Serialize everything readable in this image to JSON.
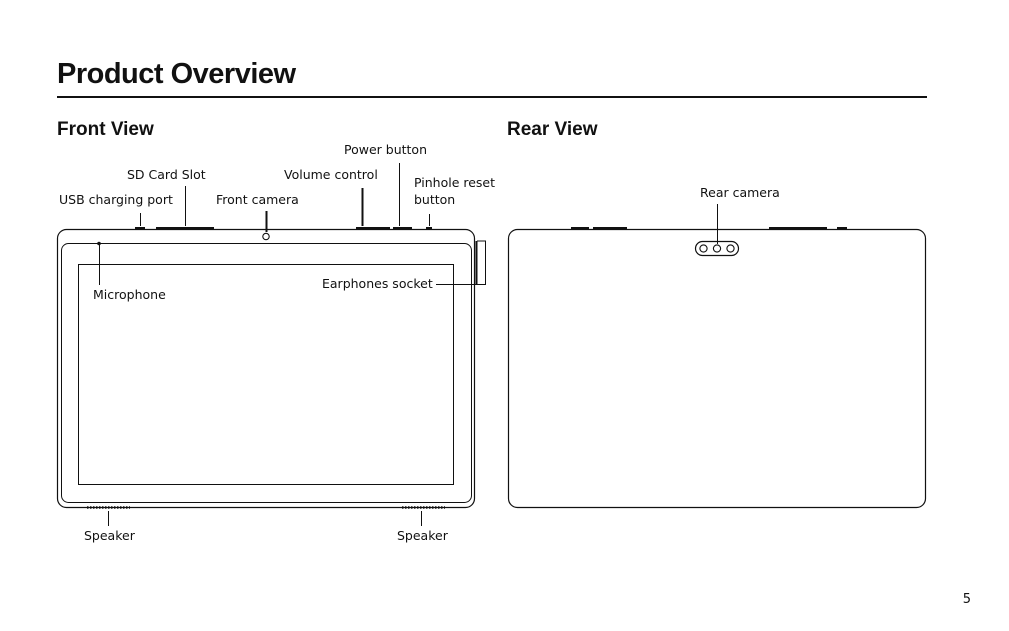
{
  "page": {
    "title": "Product Overview",
    "page_number": "5"
  },
  "front_view": {
    "heading": "Front View",
    "labels": {
      "power_button": "Power button",
      "sd_card_slot": "SD Card Slot",
      "volume_control": "Volume control",
      "pinhole_reset_line1": "Pinhole reset",
      "pinhole_reset_line2": "button",
      "usb_charging_port": "USB charging port",
      "front_camera": "Front camera",
      "microphone": "Microphone",
      "earphones_socket": "Earphones socket",
      "speaker_left": "Speaker",
      "speaker_right": "Speaker"
    }
  },
  "rear_view": {
    "heading": "Rear View",
    "labels": {
      "rear_camera": "Rear camera"
    }
  },
  "colors": {
    "ink": "#111111",
    "background": "#ffffff"
  }
}
